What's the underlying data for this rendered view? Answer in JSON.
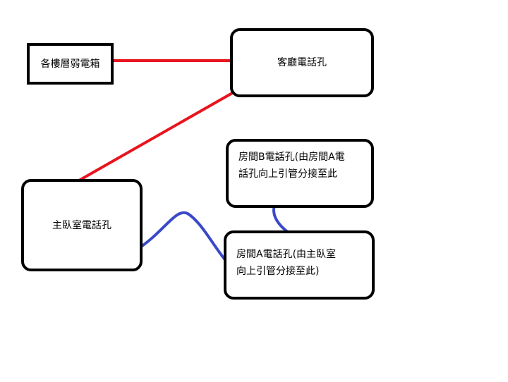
{
  "nodes": {
    "weak_box": {
      "label": "各樓層弱電箱"
    },
    "living_room": {
      "label": "客廳電話孔"
    },
    "master_bedroom": {
      "label": "主臥室電話孔"
    },
    "room_b": {
      "label_line1": "房間B電話孔(由房間A電",
      "label_line2": "話孔向上引管分接至此"
    },
    "room_a": {
      "label_line1": "房間A電話孔(由主臥室",
      "label_line2": "向上引管分接至此)"
    }
  },
  "connections": [
    {
      "from": "weak_box",
      "to": "living_room",
      "color": "#e8141e"
    },
    {
      "from": "living_room",
      "to": "master_bedroom",
      "color": "#e8141e"
    },
    {
      "from": "master_bedroom",
      "to": "room_a",
      "color": "#3a49c8"
    },
    {
      "from": "room_a",
      "to": "room_b",
      "color": "#3a49c8"
    }
  ]
}
